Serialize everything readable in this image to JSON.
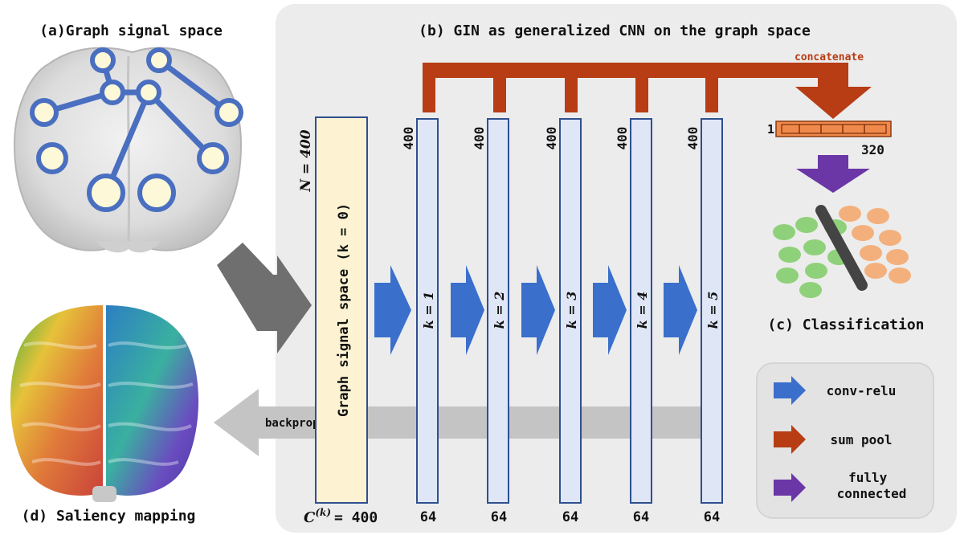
{
  "titles": {
    "a": "(a)Graph signal space",
    "b": "(b) GIN as generalized CNN on the graph space",
    "c": "(c) Classification",
    "d": "(d) Saliency mapping"
  },
  "labels": {
    "concatenate": "concatenate",
    "backprop": "backprop",
    "vector_left": "1",
    "vector_right": "320",
    "n_label": "N = 400",
    "c_label_var": "C",
    "c_label_sup": "(k)",
    "c_label_val": "= 400",
    "input_column": "Graph signal space (k = 0)"
  },
  "layers": [
    {
      "k_label": "k = 1",
      "top": "400",
      "bottom": "64"
    },
    {
      "k_label": "k = 2",
      "top": "400",
      "bottom": "64"
    },
    {
      "k_label": "k = 3",
      "top": "400",
      "bottom": "64"
    },
    {
      "k_label": "k = 4",
      "top": "400",
      "bottom": "64"
    },
    {
      "k_label": "k = 5",
      "top": "400",
      "bottom": "64"
    }
  ],
  "legend": {
    "conv": "conv-relu",
    "pool": "sum pool",
    "fc_line1": "fully",
    "fc_line2": "connected"
  },
  "colors": {
    "panel_bg": "#ececec",
    "layer_fill": "#dfe6f5",
    "layer_stroke": "#2f4f8f",
    "input_fill": "#fdf3d3",
    "conv_arrow": "#3a6fcc",
    "pool_arrow": "#b83c14",
    "fc_arrow": "#6b36a6",
    "vector_fill": "#f08a4c",
    "green_dot": "#8fd17a",
    "orange_dot": "#f4b07c",
    "graph_edge": "#4a6fc0",
    "graph_node_fill": "#fdf8d8"
  },
  "icons": {
    "brain_top": "brain-coronal-icon",
    "brain_bottom": "brain-saliency-icon"
  }
}
